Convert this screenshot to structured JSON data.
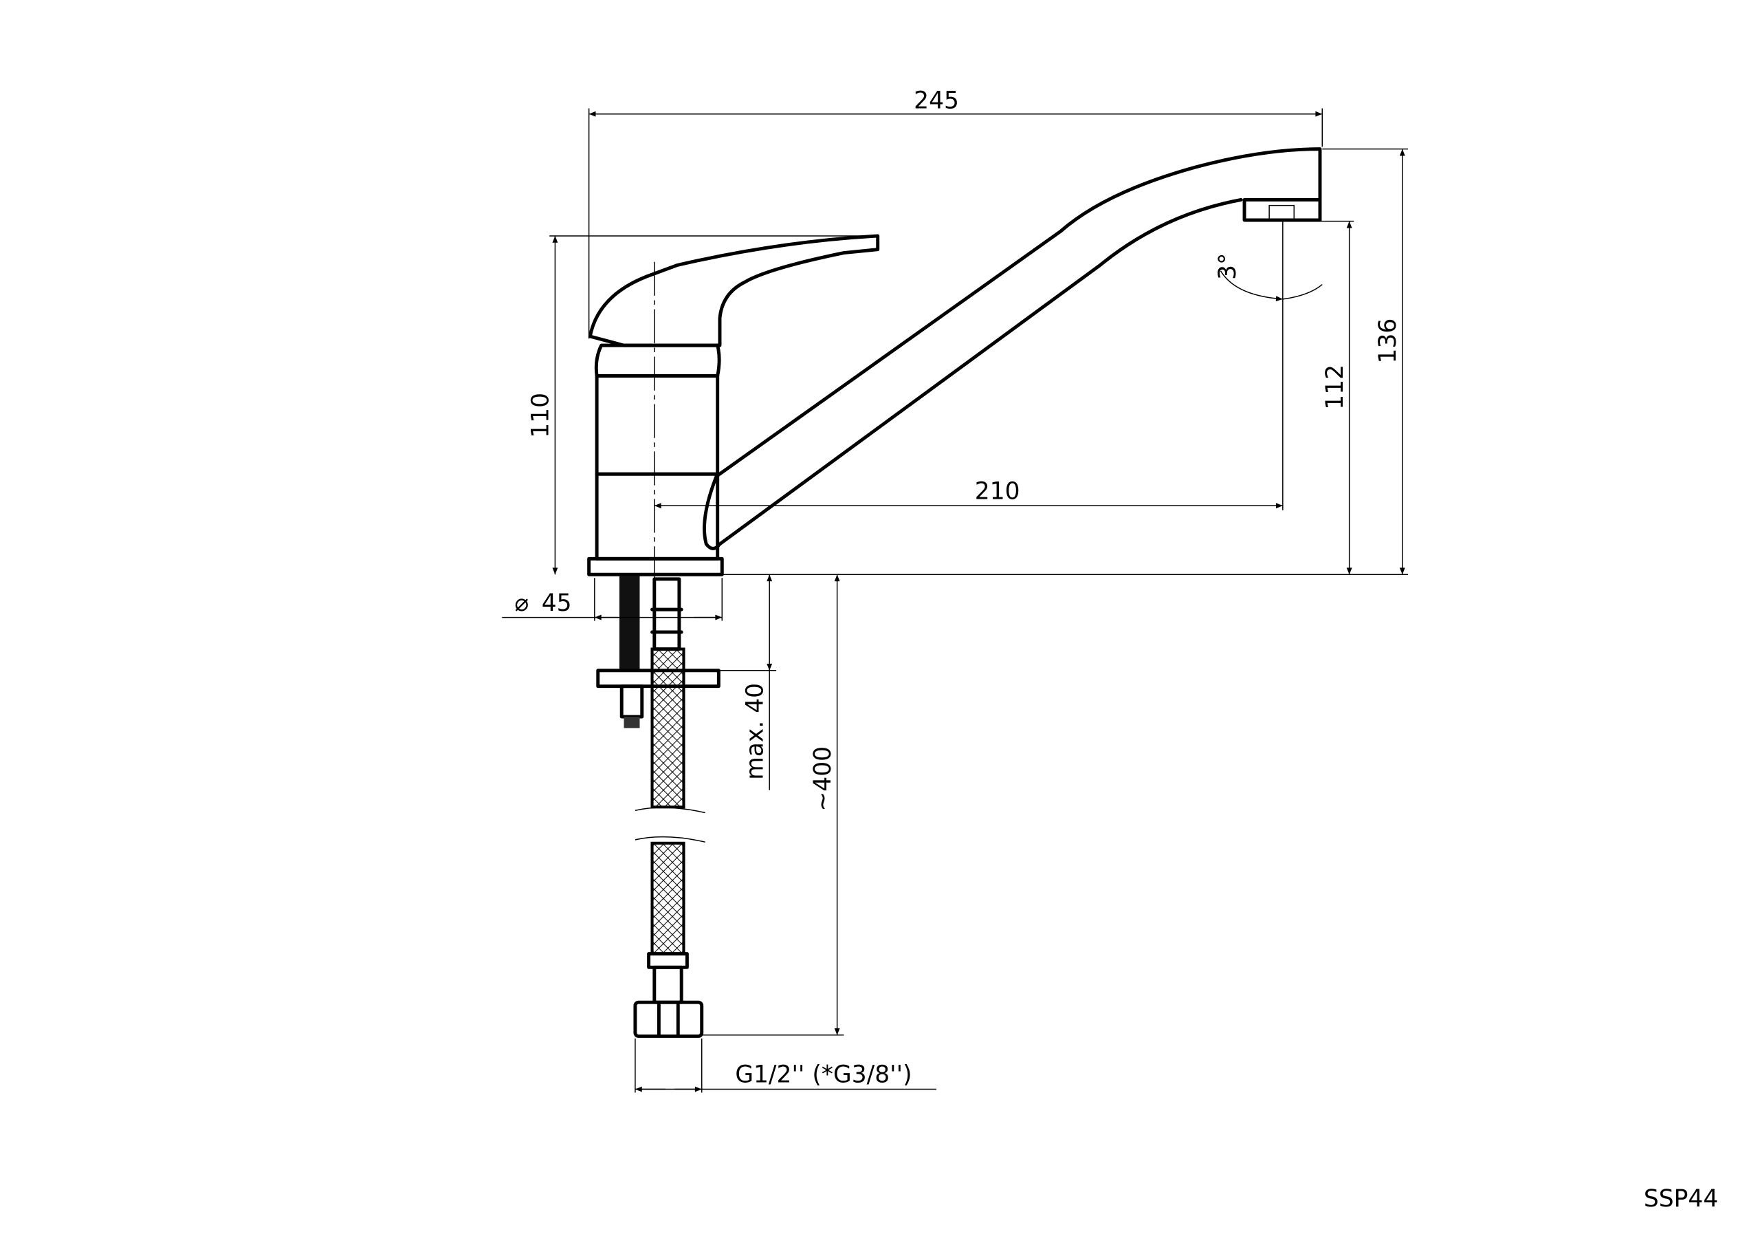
{
  "drawing": {
    "model_code": "SSP44",
    "dimensions": {
      "overall_length": "245",
      "spout_reach": "210",
      "lever_height": "110",
      "outlet_height": "112",
      "total_height": "136",
      "base_diameter": "45",
      "diameter_symbol": "⌀",
      "spout_angle": "3°",
      "max_countertop_thickness": "max. 40",
      "hose_length": "~400",
      "connection_thread": "G1/2'' (*G3/8'')"
    }
  }
}
